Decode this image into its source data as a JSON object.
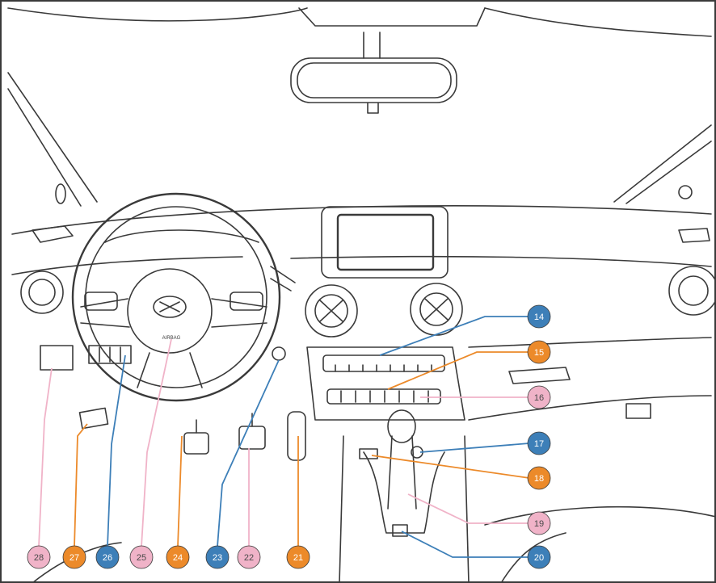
{
  "colors": {
    "line": "#3a3a3a",
    "blue": "#3d7fb8",
    "orange": "#ec8a2a",
    "pink": "#f0b3c8"
  },
  "callouts": [
    {
      "number": "14",
      "color": "blue",
      "part": "center-console-upper-switch-row"
    },
    {
      "number": "15",
      "color": "orange",
      "part": "center-console-lower-switch-row"
    },
    {
      "number": "16",
      "color": "pink",
      "part": "climate-control-panel"
    },
    {
      "number": "17",
      "color": "blue",
      "part": "console-knob"
    },
    {
      "number": "18",
      "color": "orange",
      "part": "console-ports"
    },
    {
      "number": "19",
      "color": "pink",
      "part": "gear-shift-lever"
    },
    {
      "number": "20",
      "color": "blue",
      "part": "parking-brake-switch"
    },
    {
      "number": "21",
      "color": "orange",
      "part": "accelerator-pedal"
    },
    {
      "number": "22",
      "color": "pink",
      "part": "brake-pedal"
    },
    {
      "number": "23",
      "color": "blue",
      "part": "start-button"
    },
    {
      "number": "24",
      "color": "orange",
      "part": "clutch-pedal"
    },
    {
      "number": "25",
      "color": "pink",
      "part": "driver-airbag"
    },
    {
      "number": "26",
      "color": "blue",
      "part": "left-switch-cluster"
    },
    {
      "number": "27",
      "color": "orange",
      "part": "hood-release-lever"
    },
    {
      "number": "28",
      "color": "pink",
      "part": "left-side-switch"
    }
  ],
  "airbag_label": "AIRBAG"
}
